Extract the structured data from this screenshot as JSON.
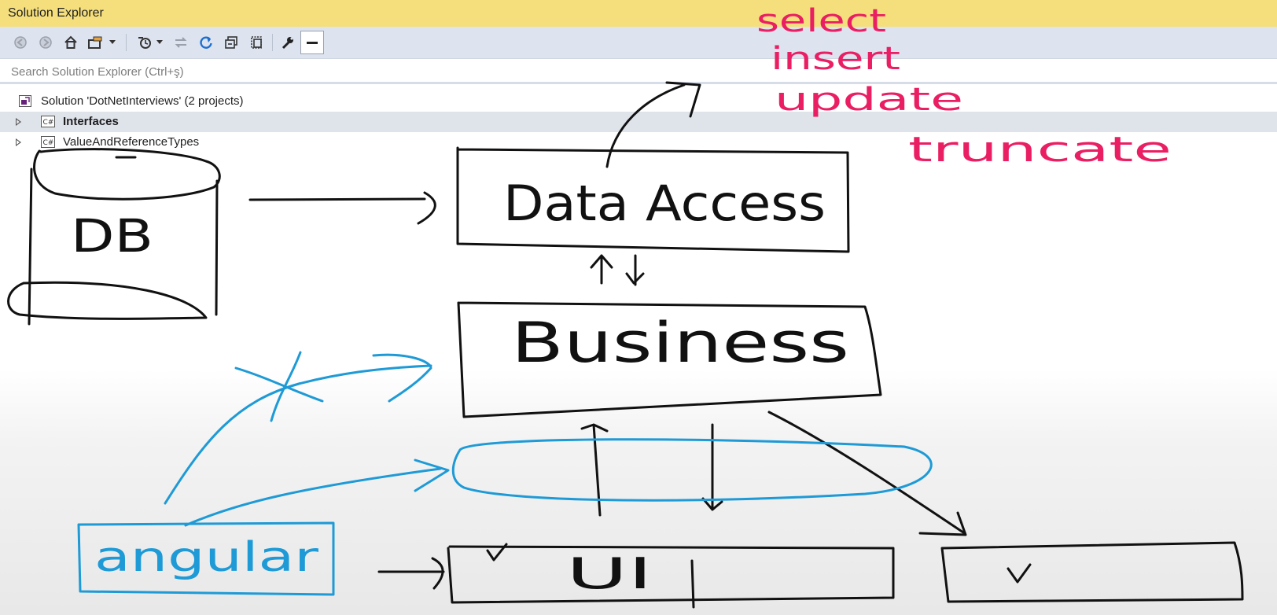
{
  "window": {
    "title": "Solution Explorer"
  },
  "toolbar": {
    "buttons": [
      {
        "name": "back-icon"
      },
      {
        "name": "forward-icon"
      },
      {
        "name": "home-icon"
      },
      {
        "name": "switch-views-icon"
      },
      {
        "name": "pending-changes-filter-icon"
      },
      {
        "name": "sync-icon"
      },
      {
        "name": "refresh-icon"
      },
      {
        "name": "collapse-all-icon"
      },
      {
        "name": "show-all-files-icon"
      },
      {
        "name": "properties-icon"
      },
      {
        "name": "preview-icon"
      }
    ]
  },
  "search": {
    "placeholder": "Search Solution Explorer (Ctrl+ş)"
  },
  "tree": {
    "solution_label": "Solution 'DotNetInterviews' (2 projects)",
    "projects": [
      {
        "label": "Interfaces",
        "selected": true
      },
      {
        "label": "ValueAndReferenceTypes",
        "selected": false
      }
    ]
  },
  "drawing": {
    "annotations_pink": [
      "select",
      "insert",
      "update",
      "truncate"
    ],
    "db_label": "DB",
    "data_access_label": "Data Access",
    "business_label": "Business",
    "ui_label": "UI",
    "angular_label": "angular",
    "colors": {
      "black": "#111111",
      "blue": "#1e9ad6",
      "pink": "#ea1e63"
    }
  }
}
